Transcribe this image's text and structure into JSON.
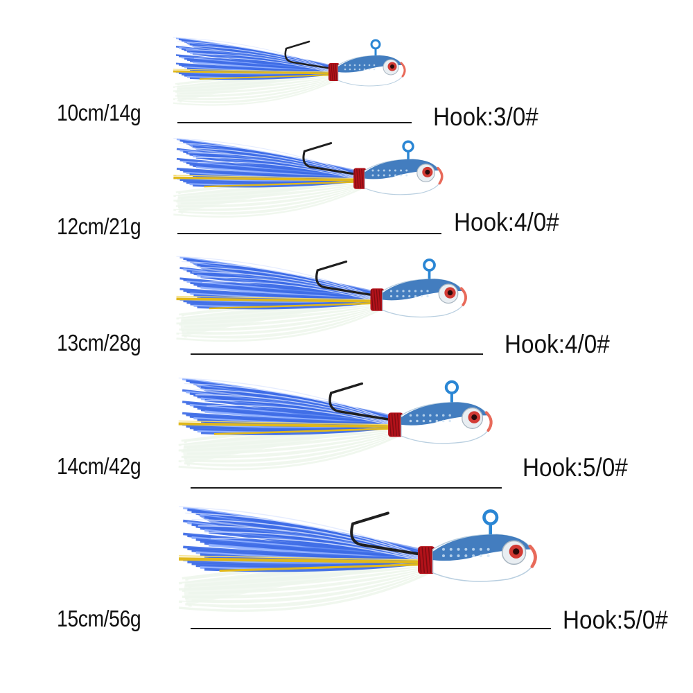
{
  "colors": {
    "body_blue": "#3d6be6",
    "belly_white": "#eef6ec",
    "tinsel_gold": "#e0b81c",
    "thread_red": "#b3121a",
    "head_blue": "#2f6fb8",
    "eye_red": "#d23a34"
  },
  "lures": [
    {
      "size": "10cm/14g",
      "hook": "Hook:3/0#"
    },
    {
      "size": "12cm/21g",
      "hook": "Hook:4/0#"
    },
    {
      "size": "13cm/28g",
      "hook": "Hook:4/0#"
    },
    {
      "size": "14cm/42g",
      "hook": "Hook:5/0#"
    },
    {
      "size": "15cm/56g",
      "hook": "Hook:5/0#"
    }
  ]
}
